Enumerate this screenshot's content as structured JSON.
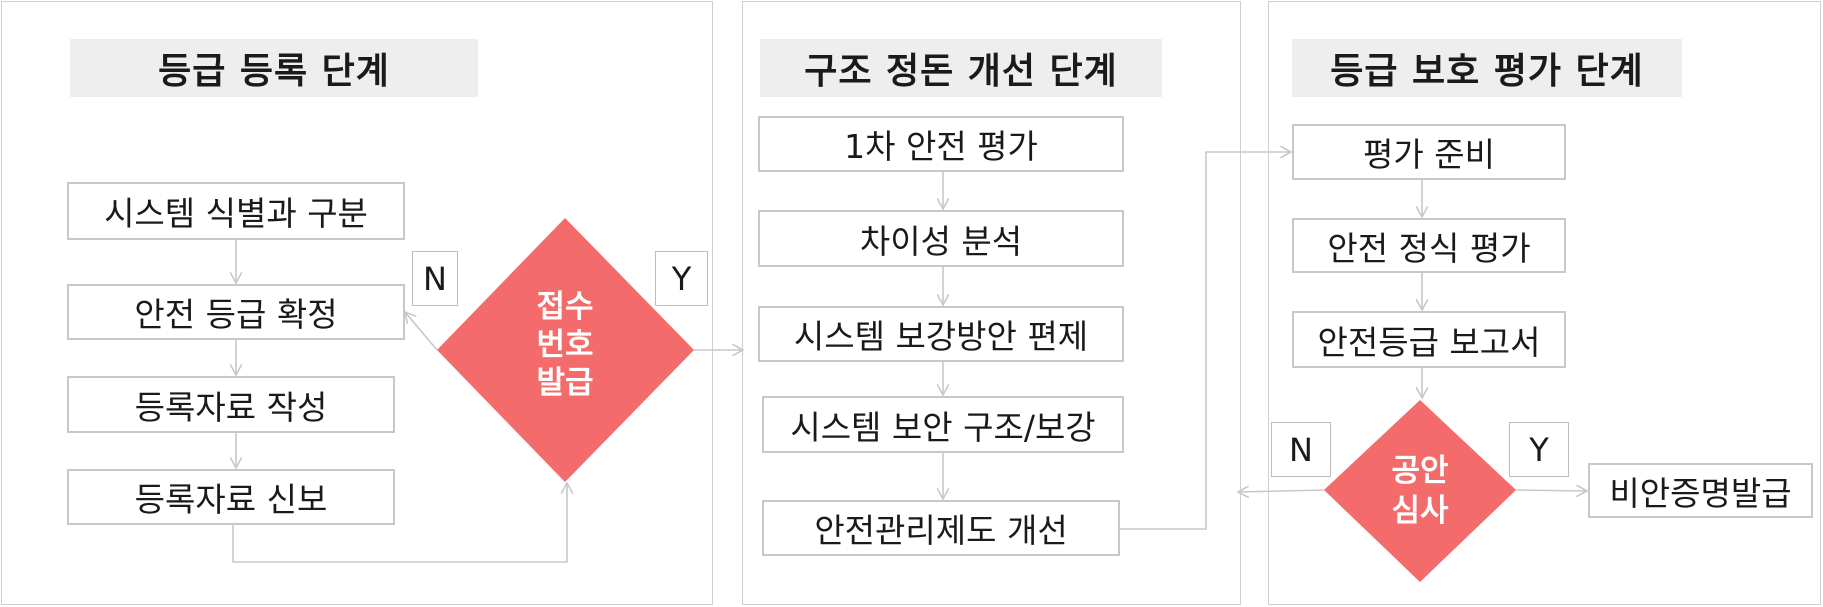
{
  "colors": {
    "diamond": "#f46b6b",
    "line": "#c8c8c8",
    "title_bg": "#eeeeee"
  },
  "stages": [
    {
      "title": "등급 등록 단계",
      "steps": [
        "시스템 식별과 구분",
        "안전 등급 확정",
        "등록자료 작성",
        "등록자료 신보"
      ],
      "decision": {
        "lines": [
          "접수",
          "번호",
          "발급"
        ]
      },
      "no_label": "N",
      "yes_label": "Y"
    },
    {
      "title": "구조 정돈 개선 단계",
      "steps": [
        "1차 안전 평가",
        "차이성 분석",
        "시스템 보강방안 편제",
        "시스템 보안 구조/보강",
        "안전관리제도 개선"
      ]
    },
    {
      "title": "등급 보호 평가 단계",
      "steps": [
        "평가 준비",
        "안전 정식 평가",
        "안전등급 보고서"
      ],
      "decision": {
        "lines": [
          "공안",
          "심사"
        ]
      },
      "no_label": "N",
      "yes_label": "Y",
      "outcome": "비안증명발급"
    }
  ]
}
